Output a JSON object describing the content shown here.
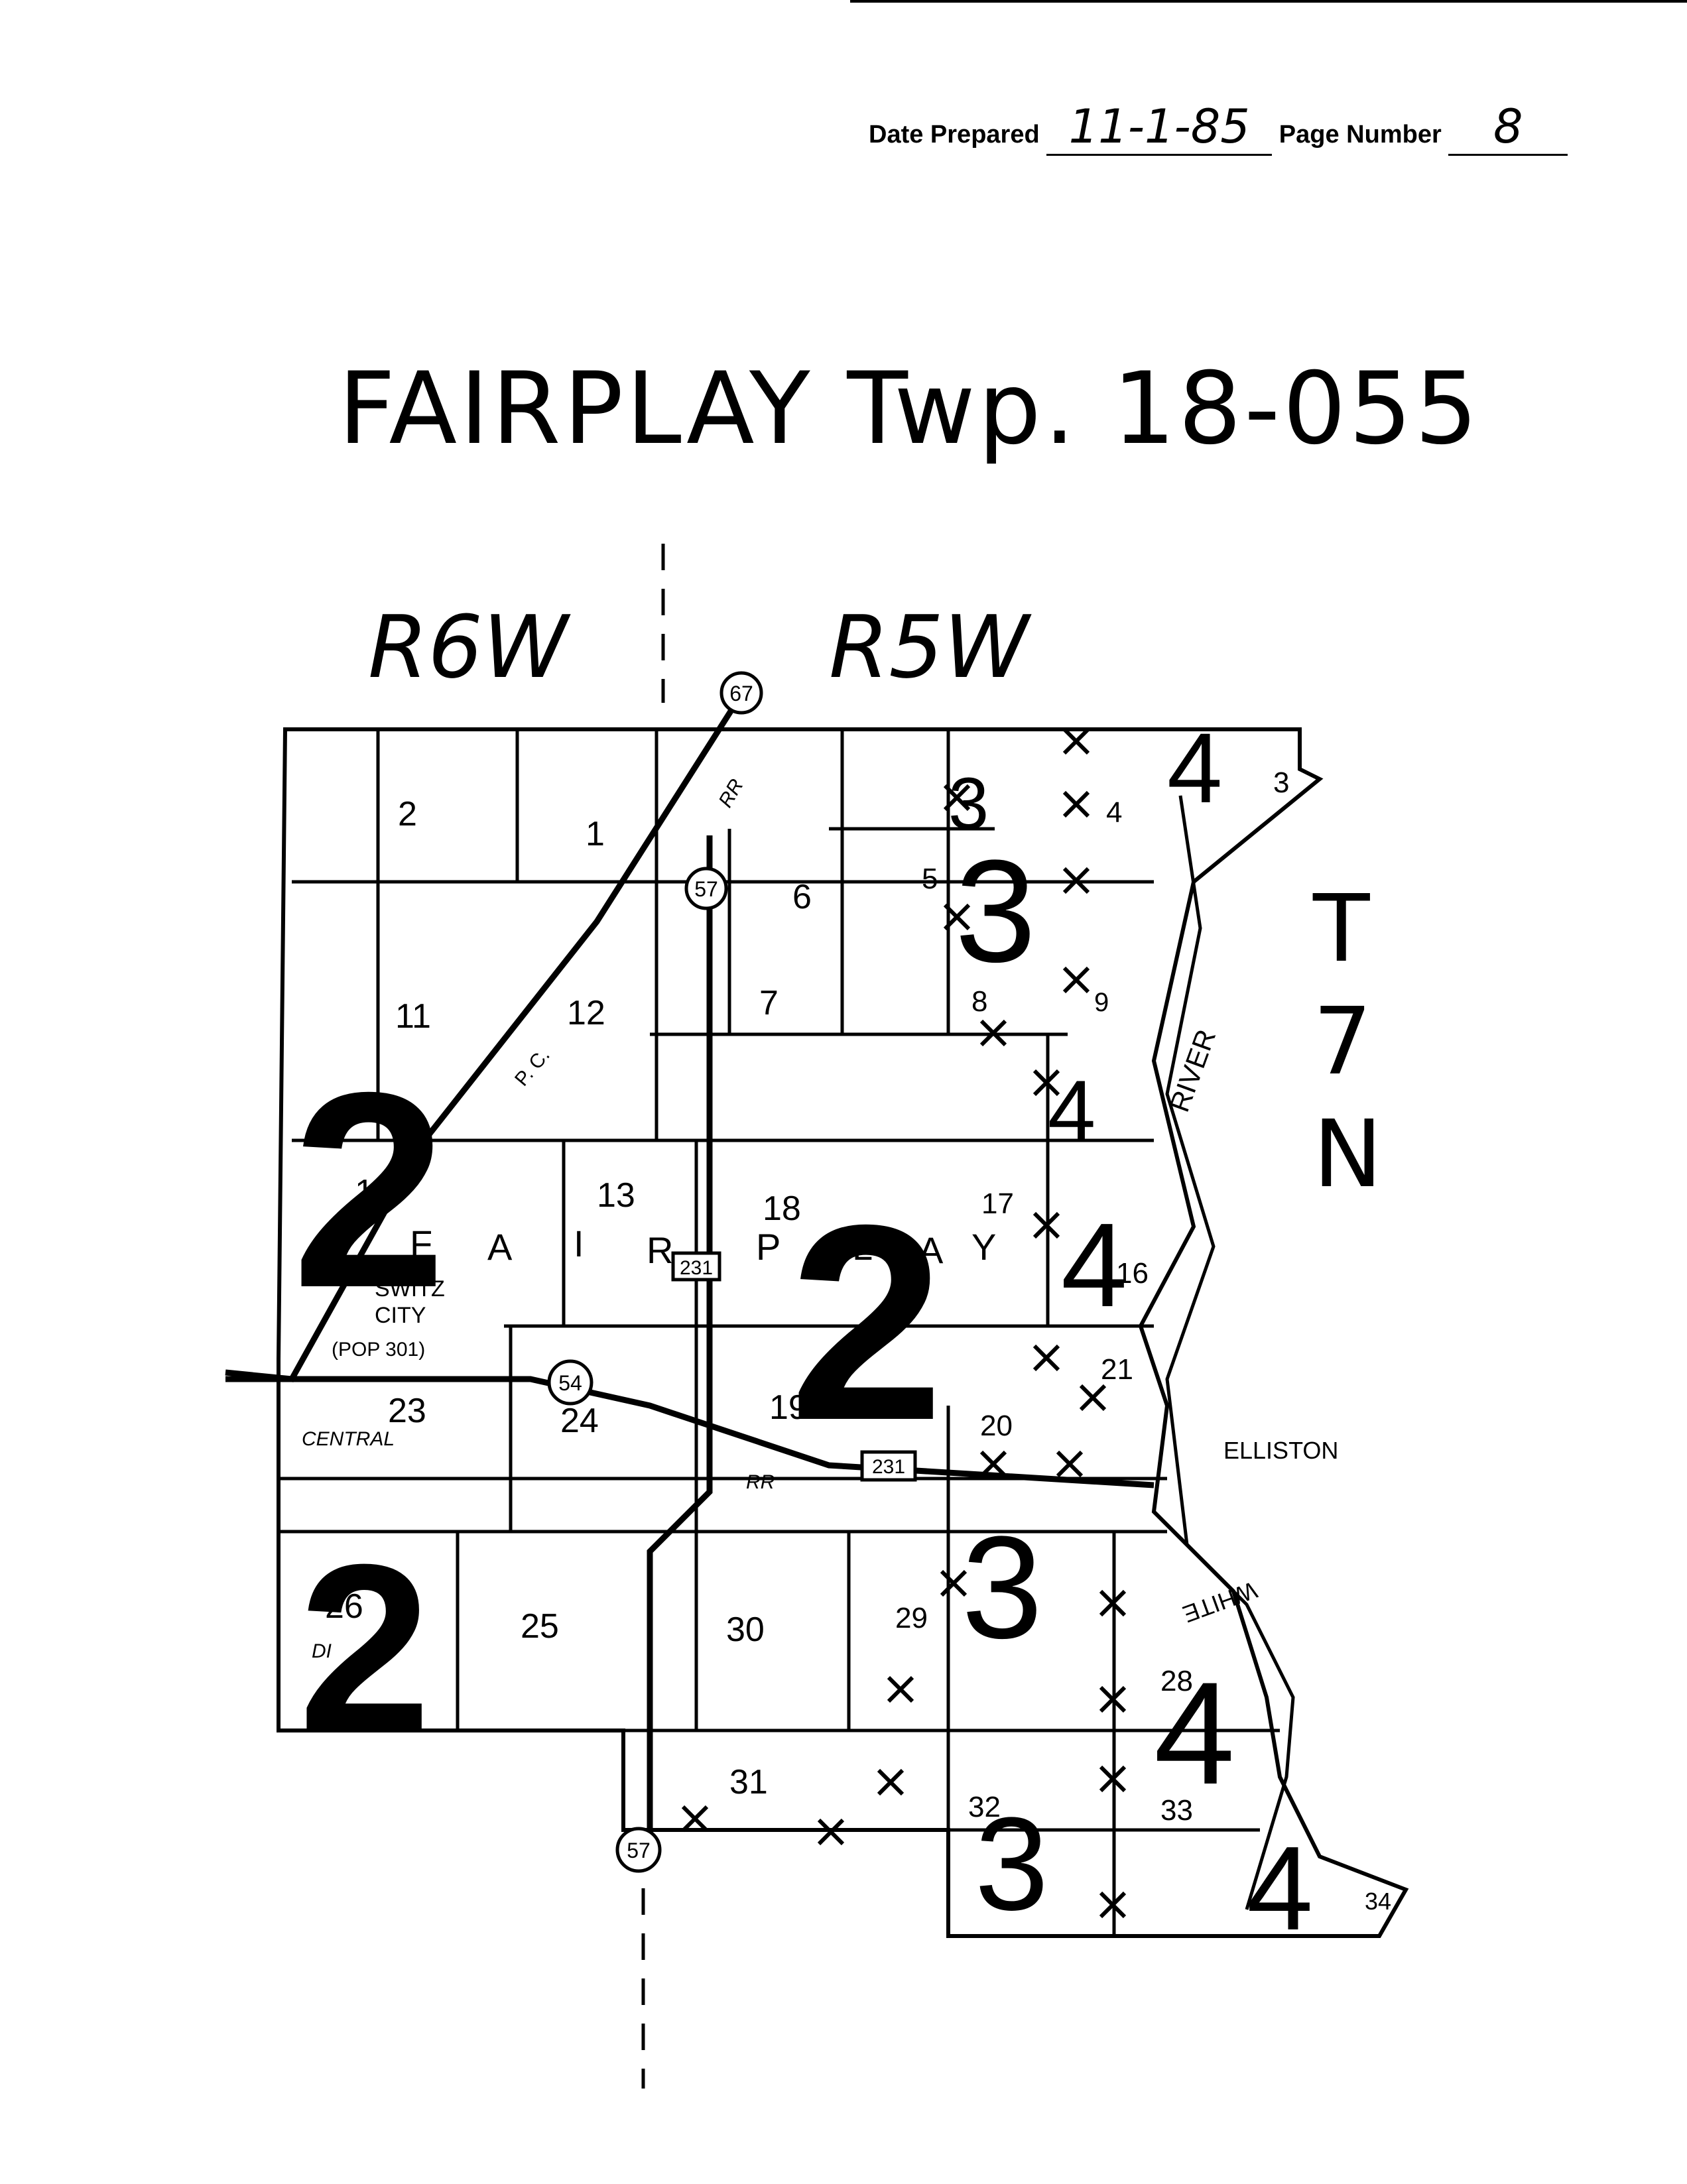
{
  "header": {
    "date_label": "Date Prepared",
    "date_value": "11-1-85",
    "page_label": "Page Number",
    "page_value": "8"
  },
  "title": "FAIRPLAY Twp. 18-055",
  "ranges": {
    "left": "R6W",
    "right": "R5W"
  },
  "township": {
    "t": "T",
    "num": "7",
    "n": "N"
  },
  "township_name_letters": [
    "F",
    "A",
    "I",
    "R",
    "P",
    "L",
    "A",
    "Y"
  ],
  "sections": [
    "1",
    "2",
    "3",
    "4",
    "5",
    "6",
    "7",
    "8",
    "9",
    "11",
    "12",
    "13",
    "14",
    "16",
    "17",
    "18",
    "19",
    "20",
    "21",
    "23",
    "24",
    "25",
    "26",
    "28",
    "29",
    "30",
    "31",
    "32",
    "33",
    "34"
  ],
  "place_labels": {
    "switz_line1": "SWITZ",
    "switz_line2": "CITY",
    "switz_pop": "(POP 301)",
    "elliston": "ELLISTON",
    "river": "RIVER",
    "white": "WHITE",
    "central": "CENTRAL",
    "rr": "RR",
    "pc": "P. C.",
    "dit": "DI"
  },
  "routes": [
    "67",
    "57",
    "231",
    "54",
    "231",
    "57"
  ],
  "zone_numerals": [
    "2",
    "2",
    "2",
    "3",
    "3",
    "3",
    "3",
    "4",
    "4",
    "4",
    "4"
  ]
}
